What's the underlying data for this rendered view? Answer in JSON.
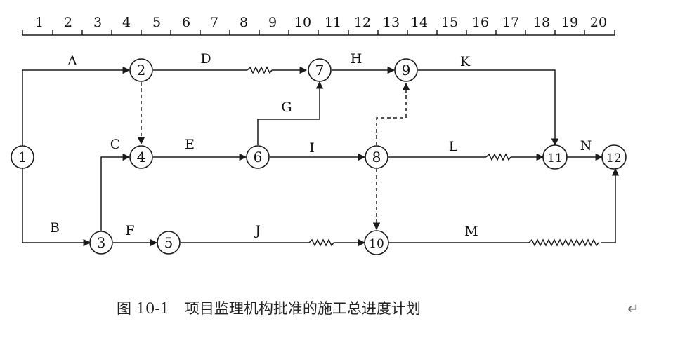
{
  "time_scale": [
    "1",
    "2",
    "3",
    "4",
    "5",
    "6",
    "7",
    "8",
    "9",
    "10",
    "11",
    "12",
    "13",
    "14",
    "15",
    "16",
    "17",
    "18",
    "19",
    "20"
  ],
  "nodes": [
    "1",
    "2",
    "3",
    "4",
    "5",
    "6",
    "7",
    "8",
    "9",
    "10",
    "11",
    "12"
  ],
  "activities": [
    {
      "from": "1",
      "to": "2",
      "label": "A",
      "style": "solid"
    },
    {
      "from": "1",
      "to": "3",
      "label": "B",
      "style": "solid"
    },
    {
      "from": "3",
      "to": "4",
      "label": "C",
      "style": "solid"
    },
    {
      "from": "2",
      "to": "7",
      "label": "D",
      "style": "solid",
      "float": "wavy"
    },
    {
      "from": "4",
      "to": "6",
      "label": "E",
      "style": "solid"
    },
    {
      "from": "3",
      "to": "5",
      "label": "F",
      "style": "solid"
    },
    {
      "from": "6",
      "to": "7",
      "label": "G",
      "style": "solid"
    },
    {
      "from": "7",
      "to": "9",
      "label": "H",
      "style": "solid"
    },
    {
      "from": "6",
      "to": "8",
      "label": "I",
      "style": "solid"
    },
    {
      "from": "5",
      "to": "10",
      "label": "J",
      "style": "solid",
      "float": "wavy"
    },
    {
      "from": "9",
      "to": "11",
      "label": "K",
      "style": "solid"
    },
    {
      "from": "8",
      "to": "11",
      "label": "L",
      "style": "solid",
      "float": "wavy"
    },
    {
      "from": "10",
      "to": "12",
      "label": "M",
      "style": "solid",
      "float": "wavy"
    },
    {
      "from": "11",
      "to": "12",
      "label": "N",
      "style": "solid"
    },
    {
      "from": "2",
      "to": "4",
      "label": "",
      "style": "dashed"
    },
    {
      "from": "8",
      "to": "9",
      "label": "",
      "style": "dashed"
    },
    {
      "from": "8",
      "to": "10",
      "label": "",
      "style": "dashed"
    }
  ],
  "caption": {
    "number": "图 10-1",
    "title": "项目监理机构批准的施工总进度计划"
  },
  "return_symbol": "↵",
  "colors": {
    "line": "#1a1a1a",
    "text": "#111111"
  }
}
